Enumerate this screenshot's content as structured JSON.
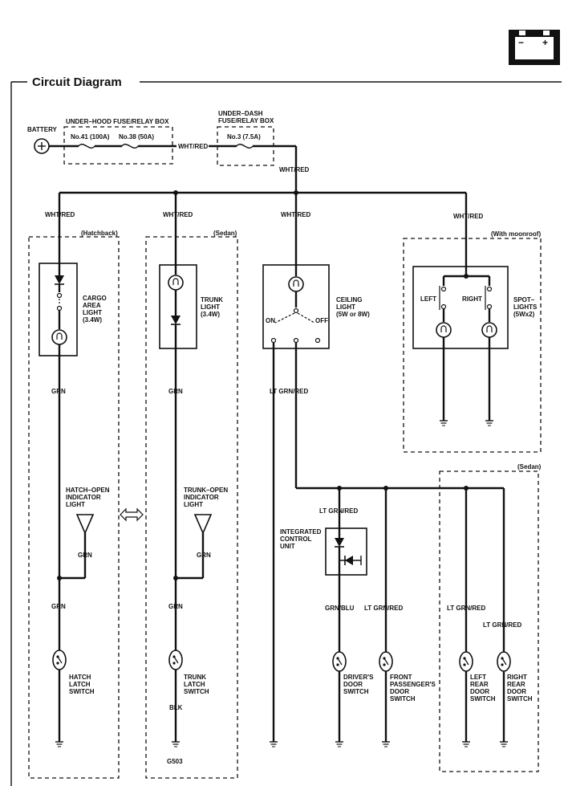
{
  "page": {
    "section_title": "Circuit Diagram",
    "battery_icon": "battery-icon",
    "battery_icon_signs": {
      "minus": "−",
      "plus": "+"
    }
  },
  "power": {
    "battery_label": "BATTERY",
    "underhood_box_label": "UNDER–HOOD FUSE/RELAY BOX",
    "fuse_41": "No.41 (100A)",
    "fuse_38": "No.38 (50A)",
    "underdash_box_label_1": "UNDER–DASH",
    "underdash_box_label_2": "FUSE/RELAY BOX",
    "fuse_3": "No.3 (7.5A)",
    "wire_between_boxes": "WHT/RED",
    "wire_after_fuse": "WHT/RED"
  },
  "branches": {
    "wht_red_1": "WHT/RED",
    "wht_red_2": "WHT/RED",
    "wht_red_3": "WHT/RED",
    "wht_red_4": "WHT/RED"
  },
  "cargo": {
    "region": "(Hatchback)",
    "light_label": [
      "CARGO",
      "AREA",
      "LIGHT",
      "(3.4W)"
    ],
    "wire_grn_1": "GRN",
    "indicator_label": [
      "HATCH–OPEN",
      "INDICATOR",
      "LIGHT"
    ],
    "wire_grn_2": "GRN",
    "wire_grn_3": "GRN",
    "switch_label": [
      "HATCH",
      "LATCH",
      "SWITCH"
    ]
  },
  "trunk": {
    "region": "(Sedan)",
    "light_label": [
      "TRUNK",
      "LIGHT",
      "(3.4W)"
    ],
    "wire_grn_1": "GRN",
    "indicator_label": [
      "TRUNK–OPEN",
      "INDICATOR",
      "LIGHT"
    ],
    "wire_grn_2": "GRN",
    "wire_grn_3": "GRN",
    "switch_label": [
      "TRUNK",
      "LATCH",
      "SWITCH"
    ],
    "wire_blk": "BLK",
    "ground_label": "G503"
  },
  "ceiling": {
    "light_label": [
      "CEILING",
      "LIGHT",
      "(5W or 8W)"
    ],
    "on_label": "ON",
    "off_label": "OFF",
    "wire_out": "LT GRN/RED"
  },
  "moonroof": {
    "region": "(With moonroof)",
    "left_label": "LEFT",
    "right_label": "RIGHT",
    "spot_label": [
      "SPOT–",
      "LIGHTS",
      "(5Wx2)"
    ]
  },
  "doors": {
    "icu_wire_in": "LT GRN/RED",
    "icu_label": [
      "INTEGRATED",
      "CONTROL",
      "UNIT"
    ],
    "driver_wire": "GRN/BLU",
    "front_pass_wire": "LT GRN/RED",
    "driver_switch": [
      "DRIVER'S",
      "DOOR",
      "SWITCH"
    ],
    "front_pass_switch": [
      "FRONT",
      "PASSENGER'S",
      "DOOR",
      "SWITCH"
    ],
    "sedan_region": "(Sedan)",
    "left_rear_wire": "LT GRN/RED",
    "right_rear_wire": "LT GRN/RED",
    "left_rear_switch": [
      "LEFT",
      "REAR",
      "DOOR",
      "SWITCH"
    ],
    "right_rear_switch": [
      "RIGHT",
      "REAR",
      "DOOR",
      "SWITCH"
    ]
  }
}
